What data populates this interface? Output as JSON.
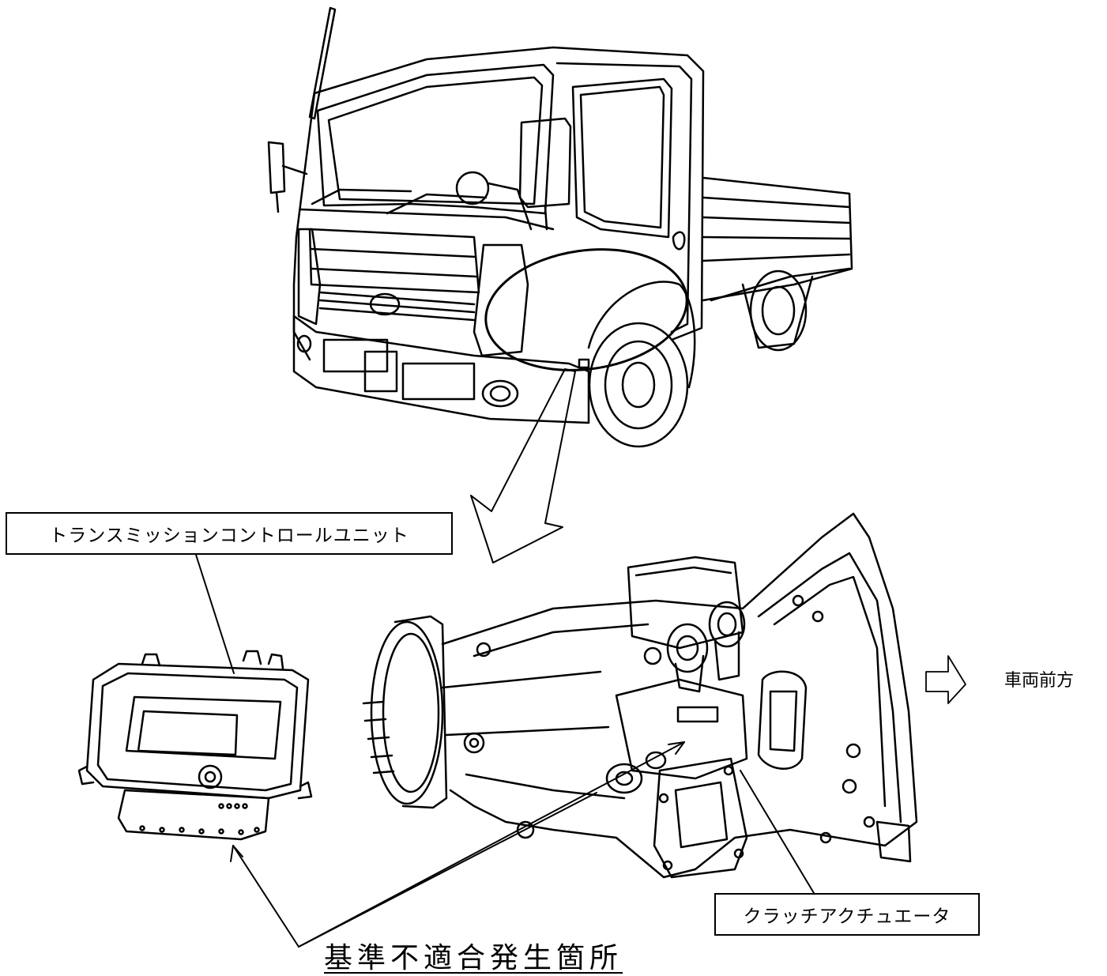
{
  "labels": {
    "tcu": "トランスミッションコントロールユニット",
    "clutch_actuator": "クラッチアクチュエータ",
    "vehicle_front": "車両前方",
    "defect_location": "基準不適合発生箇所"
  }
}
